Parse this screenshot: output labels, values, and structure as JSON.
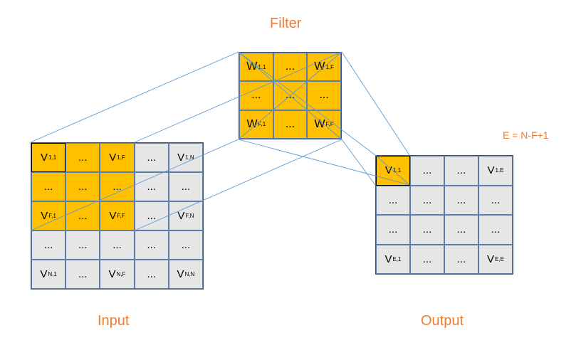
{
  "captions": {
    "filter": "Filter",
    "input": "Input",
    "output": "Output",
    "formula": "E = N-F+1"
  },
  "colors": {
    "highlight": "#FFC000",
    "cell_bg": "#E6E6E6",
    "grid_line": "#5B7DA8",
    "connector": "#5B9BD5",
    "caption": "#ED7D31"
  },
  "input": {
    "rows": [
      [
        {
          "v": "V",
          "s": "1,1",
          "hl": true
        },
        {
          "v": "...",
          "hl": true
        },
        {
          "v": "V",
          "s": "1,F",
          "hl": true
        },
        {
          "v": "..."
        },
        {
          "v": "V",
          "s": "1,N"
        }
      ],
      [
        {
          "v": "...",
          "hl": true
        },
        {
          "v": "...",
          "hl": true
        },
        {
          "v": "...",
          "hl": true
        },
        {
          "v": "..."
        },
        {
          "v": "..."
        }
      ],
      [
        {
          "v": "V",
          "s": "F,1",
          "hl": true
        },
        {
          "v": "...",
          "hl": true
        },
        {
          "v": "V",
          "s": "F,F",
          "hl": true
        },
        {
          "v": "..."
        },
        {
          "v": "V",
          "s": "F,N"
        }
      ],
      [
        {
          "v": "..."
        },
        {
          "v": "..."
        },
        {
          "v": "..."
        },
        {
          "v": "..."
        },
        {
          "v": "..."
        }
      ],
      [
        {
          "v": "V",
          "s": "N,1"
        },
        {
          "v": "..."
        },
        {
          "v": "V",
          "s": "N,F"
        },
        {
          "v": "..."
        },
        {
          "v": "V",
          "s": "N,N"
        }
      ]
    ]
  },
  "filter": {
    "rows": [
      [
        {
          "v": "W",
          "s": "1,1",
          "hl": true
        },
        {
          "v": "...",
          "hl": true
        },
        {
          "v": "W",
          "s": "1,F",
          "hl": true
        }
      ],
      [
        {
          "v": "...",
          "hl": true
        },
        {
          "v": "...",
          "hl": true
        },
        {
          "v": "...",
          "hl": true
        }
      ],
      [
        {
          "v": "W",
          "s": "F,1",
          "hl": true
        },
        {
          "v": "...",
          "hl": true
        },
        {
          "v": "W",
          "s": "F,F",
          "hl": true
        }
      ]
    ]
  },
  "output": {
    "rows": [
      [
        {
          "v": "V",
          "s": "1,1",
          "hl": true
        },
        {
          "v": "..."
        },
        {
          "v": "..."
        },
        {
          "v": "V",
          "s": "1,E"
        }
      ],
      [
        {
          "v": "..."
        },
        {
          "v": "..."
        },
        {
          "v": "..."
        },
        {
          "v": "..."
        }
      ],
      [
        {
          "v": "..."
        },
        {
          "v": "..."
        },
        {
          "v": "..."
        },
        {
          "v": "..."
        }
      ],
      [
        {
          "v": "V",
          "s": "E,1"
        },
        {
          "v": "..."
        },
        {
          "v": "..."
        },
        {
          "v": "V",
          "s": "E,E"
        }
      ]
    ]
  }
}
